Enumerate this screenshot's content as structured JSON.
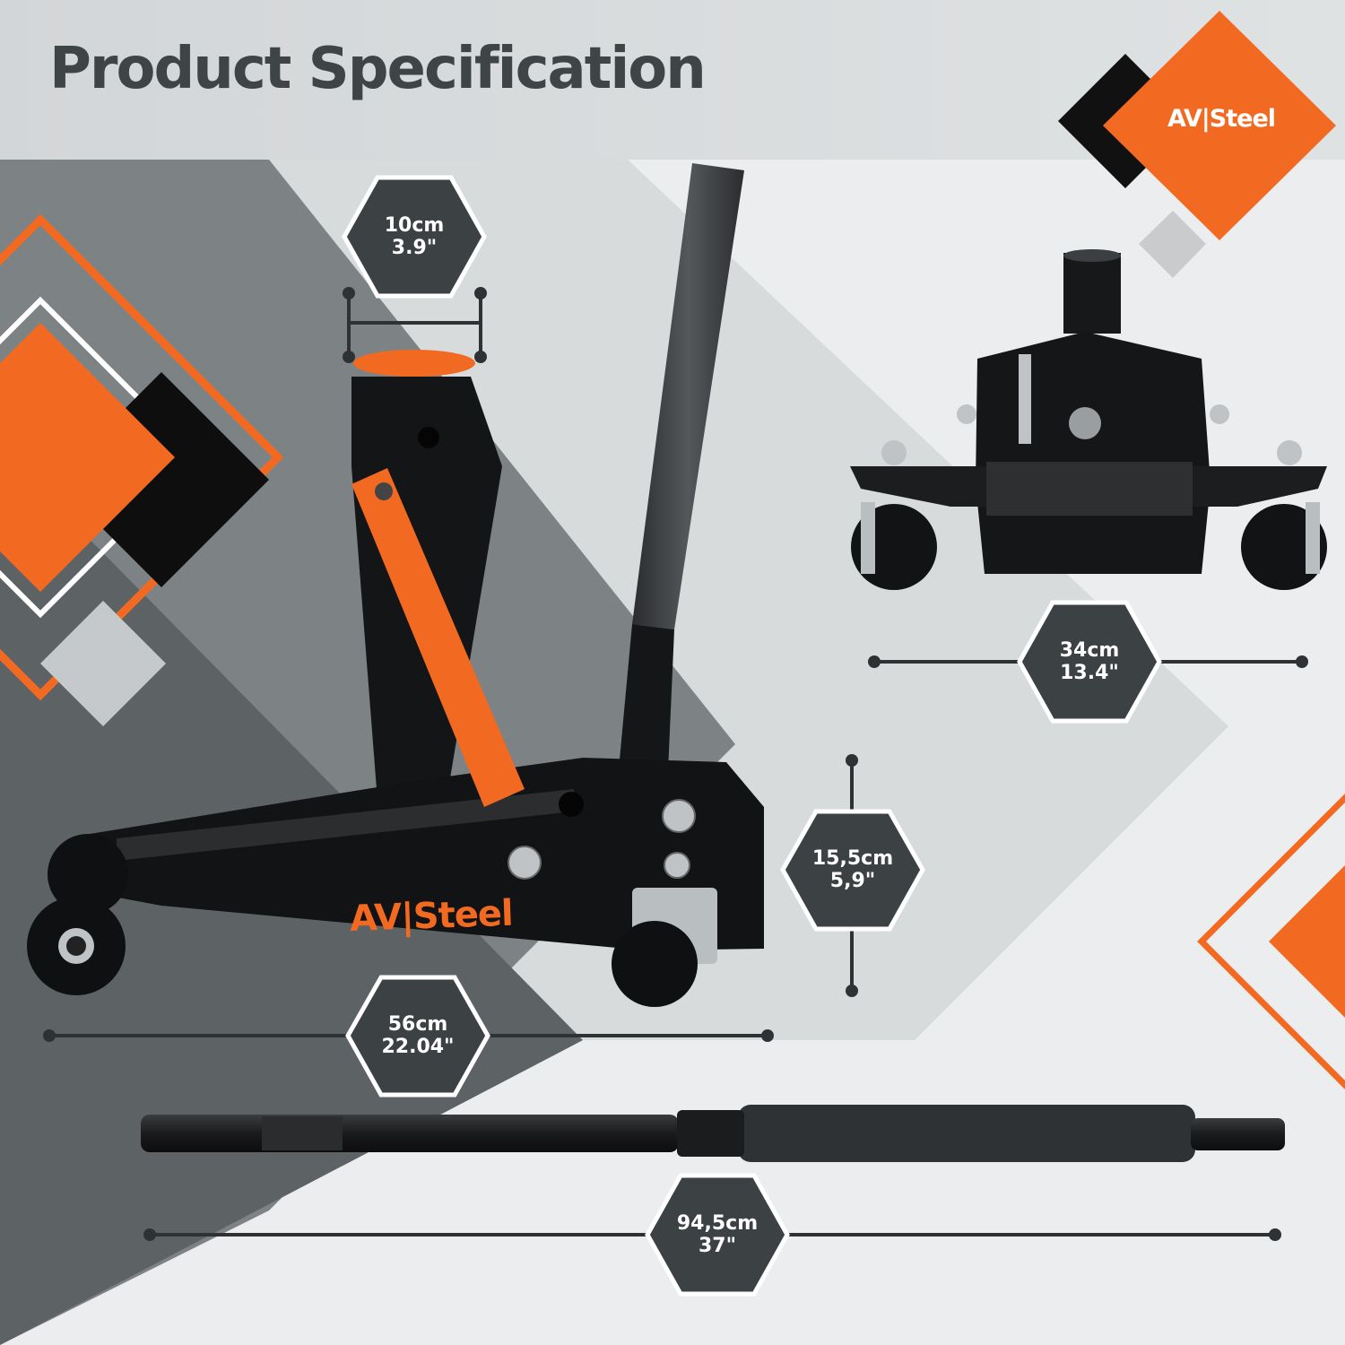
{
  "header": {
    "title": "Product Specification"
  },
  "brand": {
    "logo_text": "AV|Steel",
    "product_brand_text": "AV|Steel"
  },
  "colors": {
    "accent": "#f26a21",
    "dark": "#3f4446",
    "badge": "#3c4143"
  },
  "dimensions": [
    {
      "id": "saddle",
      "metric": "10cm",
      "imperial": "3.9\""
    },
    {
      "id": "width",
      "metric": "34cm",
      "imperial": "13.4\""
    },
    {
      "id": "height",
      "metric": "15,5cm",
      "imperial": "5,9\""
    },
    {
      "id": "length",
      "metric": "56cm",
      "imperial": "22.04\""
    },
    {
      "id": "handle",
      "metric": "94,5cm",
      "imperial": "37\""
    }
  ]
}
